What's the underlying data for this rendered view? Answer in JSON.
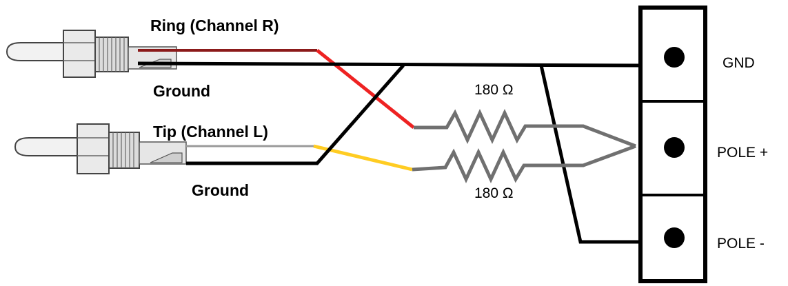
{
  "diagram": {
    "labels": {
      "ring": "Ring (Channel R)",
      "ground_top": "Ground",
      "tip": "Tip (Channel L)",
      "ground_bottom": "Ground",
      "resistor_top": "180 Ω",
      "resistor_bottom": "180 Ω",
      "gnd": "GND",
      "pole_plus": "POLE +",
      "pole_minus": "POLE -"
    },
    "colors": {
      "ground_wire": "#000000",
      "ring_wire": "#ee2222",
      "tip_wire": "#ffcc22",
      "resistor_wire": "#707070",
      "terminal_block": "#000000",
      "plug_body": "#f2f2f2",
      "plug_outline": "#444444"
    },
    "icons": {
      "plug_top": "audio-plug-icon",
      "plug_bottom": "audio-plug-icon",
      "terminal": "screw-terminal-icon"
    }
  }
}
